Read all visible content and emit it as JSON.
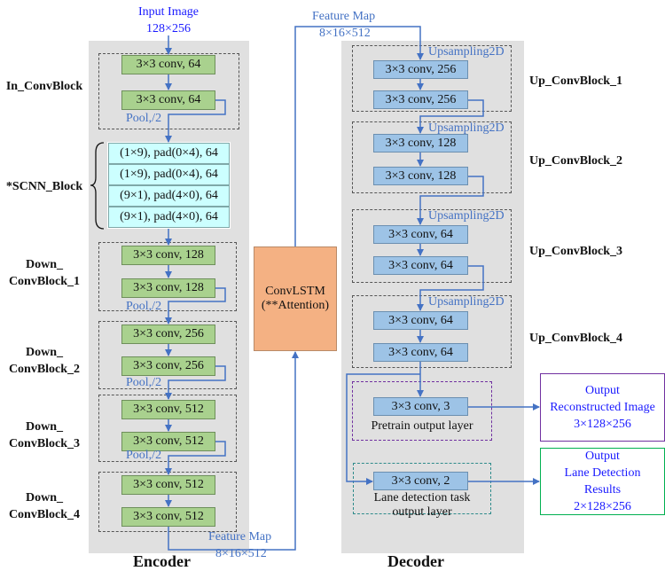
{
  "input": {
    "title": "Input Image",
    "size": "128×256"
  },
  "encoder": {
    "title": "Encoder",
    "in_block": {
      "label": "In_ConvBlock",
      "layers": [
        "3×3 conv, 64",
        "3×3 conv, 64"
      ],
      "pool": "Pool,/2"
    },
    "scnn_block": {
      "label": "*SCNN_Block",
      "layers": [
        "(1×9), pad(0×4), 64",
        "(1×9), pad(0×4), 64",
        "(9×1), pad(4×0), 64",
        "(9×1), pad(4×0), 64"
      ]
    },
    "down_blocks": [
      {
        "label_line1": "Down_",
        "label_line2": "ConvBlock_1",
        "layers": [
          "3×3 conv, 128",
          "3×3 conv, 128"
        ],
        "pool": "Pool,/2"
      },
      {
        "label_line1": "Down_",
        "label_line2": "ConvBlock_2",
        "layers": [
          "3×3 conv, 256",
          "3×3 conv, 256"
        ],
        "pool": "Pool,/2"
      },
      {
        "label_line1": "Down_",
        "label_line2": "ConvBlock_3",
        "layers": [
          "3×3 conv, 512",
          "3×3 conv, 512"
        ],
        "pool": "Pool,/2"
      },
      {
        "label_line1": "Down_",
        "label_line2": "ConvBlock_4",
        "layers": [
          "3×3 conv, 512",
          "3×3 conv, 512"
        ]
      }
    ]
  },
  "feature_map_bottom": {
    "title": "Feature Map",
    "size": "8×16×512"
  },
  "feature_map_top": {
    "title": "Feature Map",
    "size": "8×16×512"
  },
  "convlstm": {
    "line1": "ConvLSTM",
    "line2": "(**Attention)"
  },
  "decoder": {
    "title": "Decoder",
    "up_blocks": [
      {
        "label": "Up_ConvBlock_1",
        "upsample": "Upsampling2D",
        "layers": [
          "3×3 conv, 256",
          "3×3 conv, 256"
        ]
      },
      {
        "label": "Up_ConvBlock_2",
        "upsample": "Upsampling2D",
        "layers": [
          "3×3 conv, 128",
          "3×3 conv, 128"
        ]
      },
      {
        "label": "Up_ConvBlock_3",
        "upsample": "Upsampling2D",
        "layers": [
          "3×3 conv, 64",
          "3×3 conv, 64"
        ]
      },
      {
        "label": "Up_ConvBlock_4",
        "upsample": "Upsampling2D",
        "layers": [
          "3×3 conv, 64",
          "3×3 conv, 64"
        ]
      }
    ],
    "pretrain_output": {
      "layer": "3×3 conv, 3",
      "caption": "Pretrain output layer"
    },
    "lane_output": {
      "layer": "3×3 conv, 2",
      "caption_line1": "Lane detection task",
      "caption_line2": "output layer"
    }
  },
  "outputs": {
    "reconstructed": {
      "line1": "Output",
      "line2": "Reconstructed Image",
      "line3": "3×128×256"
    },
    "lane": {
      "line1": "Output",
      "line2": "Lane Detection",
      "line3": "Results",
      "line4": "2×128×256"
    }
  },
  "colors": {
    "arrow": "#4472c4",
    "encoder_block": "#a9d18e",
    "decoder_block": "#9dc3e6",
    "scnn_block": "#ccffff",
    "convlstm": "#f4b183",
    "panel": "#e0e0e0",
    "pretrain_border": "#7030a0",
    "lane_border": "#00b050",
    "lane_task_border": "#2e8b8b"
  }
}
